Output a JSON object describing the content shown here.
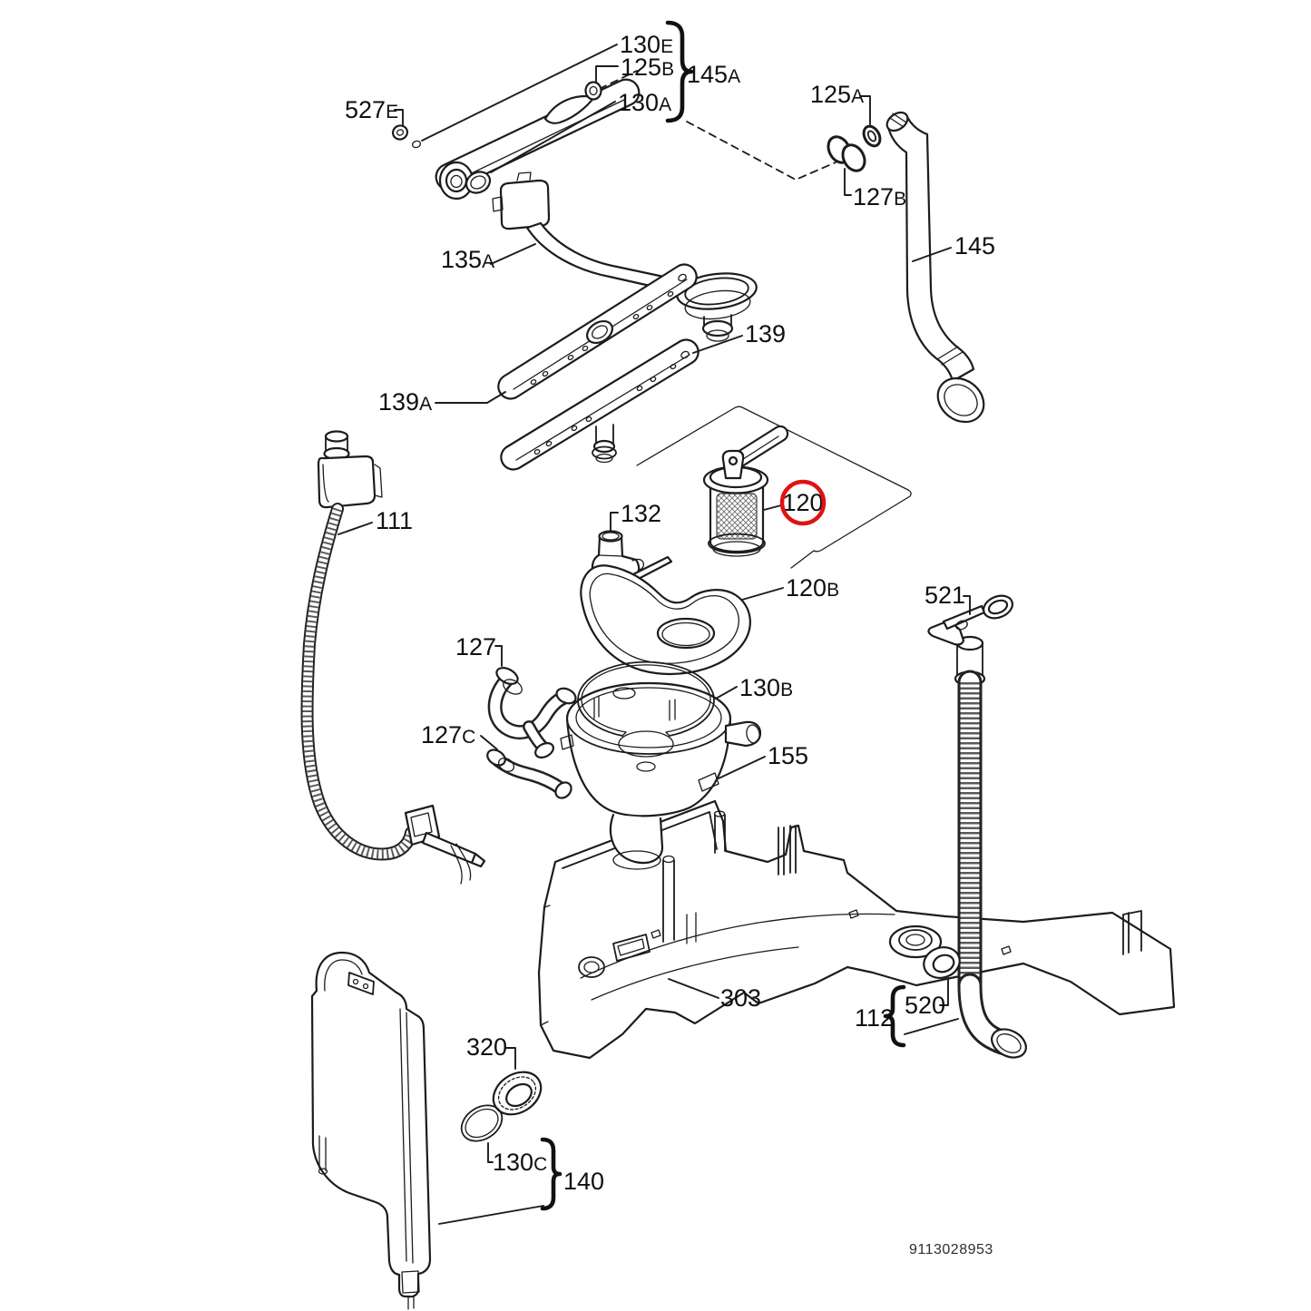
{
  "style": {
    "highlight": "#e01212",
    "line": "#1c1c1c",
    "background": "#ffffff"
  },
  "doc": {
    "number": "9113028953"
  },
  "highlight": {
    "part": "120"
  },
  "labels": {
    "130E": {
      "num": "130",
      "suf": "E"
    },
    "125B": {
      "num": "125",
      "suf": "B"
    },
    "145A": {
      "num": "145",
      "suf": "A"
    },
    "130A": {
      "num": "130",
      "suf": "A"
    },
    "527E": {
      "num": "527",
      "suf": "E"
    },
    "125A": {
      "num": "125",
      "suf": "A"
    },
    "127B": {
      "num": "127",
      "suf": "B"
    },
    "145": {
      "num": "145",
      "suf": ""
    },
    "135A": {
      "num": "135",
      "suf": "A"
    },
    "139": {
      "num": "139",
      "suf": ""
    },
    "139A": {
      "num": "139",
      "suf": "A"
    },
    "111": {
      "num": "111",
      "suf": ""
    },
    "132": {
      "num": "132",
      "suf": ""
    },
    "120": {
      "num": "120",
      "suf": ""
    },
    "120B": {
      "num": "120",
      "suf": "B"
    },
    "521": {
      "num": "521",
      "suf": ""
    },
    "127": {
      "num": "127",
      "suf": ""
    },
    "130B": {
      "num": "130",
      "suf": "B"
    },
    "127C": {
      "num": "127",
      "suf": "C"
    },
    "155": {
      "num": "155",
      "suf": ""
    },
    "303": {
      "num": "303",
      "suf": ""
    },
    "112": {
      "num": "112",
      "suf": ""
    },
    "520": {
      "num": "520",
      "suf": ""
    },
    "320": {
      "num": "320",
      "suf": ""
    },
    "130C": {
      "num": "130",
      "suf": "C"
    },
    "140": {
      "num": "140",
      "suf": ""
    }
  }
}
